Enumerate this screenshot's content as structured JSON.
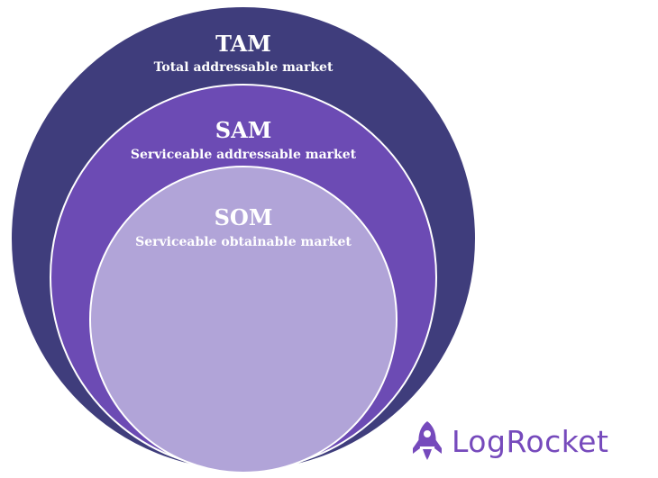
{
  "diagram": {
    "circles": [
      {
        "id": "tam",
        "title": "TAM",
        "subtitle": "Total addressable market",
        "fill": "#3f3d7c"
      },
      {
        "id": "sam",
        "title": "SAM",
        "subtitle": "Serviceable addressable market",
        "fill": "#6c4bb4"
      },
      {
        "id": "som",
        "title": "SOM",
        "subtitle": "Serviceable obtainable market",
        "fill": "#b1a4d8"
      }
    ],
    "outline_color": "#ffffff"
  },
  "logo": {
    "name": "LogRocket",
    "icon": "rocket-icon",
    "color": "#764abc"
  }
}
